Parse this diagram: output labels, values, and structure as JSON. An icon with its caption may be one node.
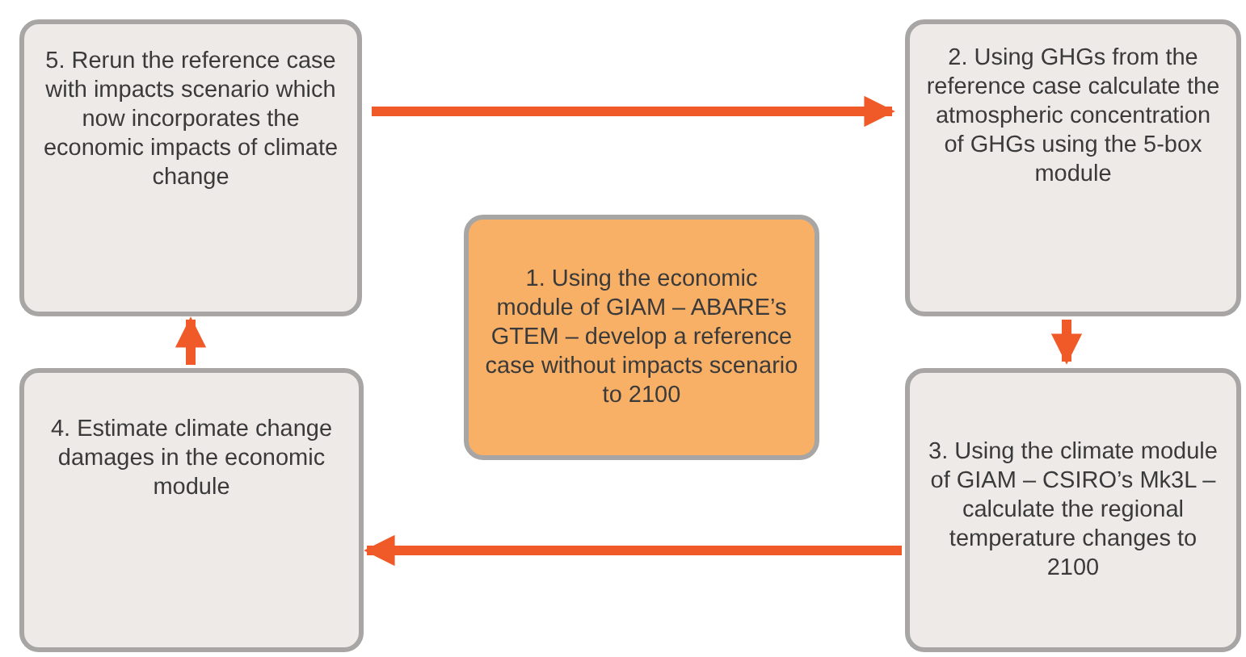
{
  "diagram": {
    "nodes": [
      {
        "text": [
          "5. Rerun the reference case with impacts scenario which now incorporates the economic impacts of climate change"
        ]
      },
      {
        "text": [
          "2. Using GHGs from the reference case calculate the atmospheric concentration of GHGs using the 5-box module"
        ]
      },
      {
        "text": [
          "1. Using the economic module  of GIAM – ABARE’s GTEM – develop a reference case without impacts scenario to 2100"
        ]
      },
      {
        "text": [
          "4. Estimate climate change damages in the economic module"
        ]
      },
      {
        "text": [
          "3. Using the climate module of GIAM – CSIRO’s Mk3L – calculate the regional temperature changes to 2100"
        ]
      }
    ],
    "edges": [
      {
        "from": 0,
        "to": 1,
        "arrow": "to"
      },
      {
        "from": 1,
        "to": 4,
        "arrow": "to"
      },
      {
        "from": 4,
        "to": 3,
        "arrow": "to"
      },
      {
        "from": 3,
        "to": 0,
        "arrow": "to"
      }
    ]
  }
}
